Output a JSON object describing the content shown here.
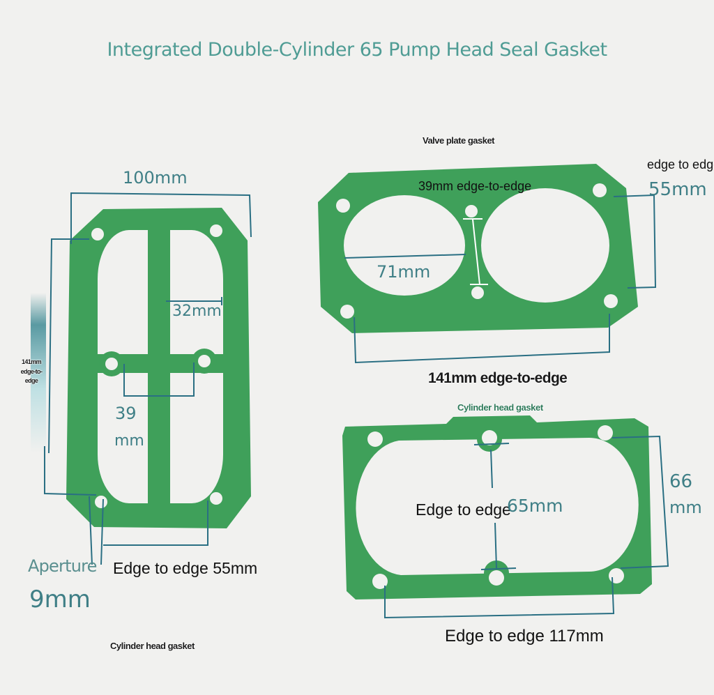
{
  "title": "Integrated Double-Cylinder 65 Pump Head Seal Gasket",
  "colors": {
    "gasket": "#3fa05a",
    "dimension_line": "#2a6f83",
    "background": "#f1f1ef",
    "title": "#4f9c94"
  },
  "left_gasket": {
    "caption": "Cylinder head gasket",
    "width_label": "100mm",
    "inner_width_label": "32mm",
    "center_label_line1": "39",
    "center_label_line2": "mm",
    "height_label": "141mm edge-to-edge",
    "aperture_label": "Aperture",
    "aperture_value": "9mm",
    "bottom_label": "Edge to edge 55mm"
  },
  "valve_gasket": {
    "caption": "Valve plate gasket",
    "top_label": "39mm edge-to-edge",
    "bore_label": "71mm",
    "right_label_line1": "edge to edge",
    "right_label_line2": "55mm",
    "bottom_label": "141mm edge-to-edge"
  },
  "head_gasket": {
    "caption": "Cylinder head gasket",
    "center_label_text": "Edge to edge",
    "center_label_value": "65mm",
    "right_label_line1": "66",
    "right_label_line2": "mm",
    "bottom_label": "Edge to edge 117mm"
  }
}
